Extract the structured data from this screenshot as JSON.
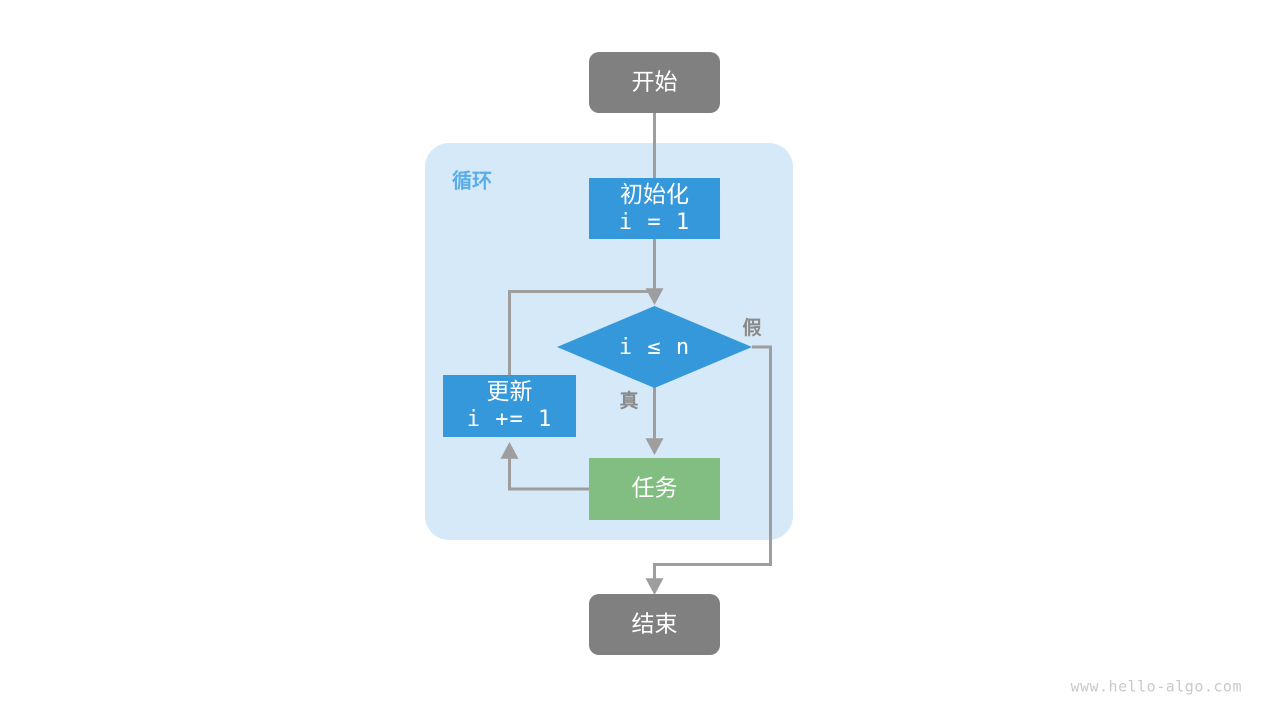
{
  "diagram": {
    "title_watermark": "www.hello-algo.com",
    "background_color": "#ffffff",
    "group": {
      "label": "循环",
      "fill": "#d6e9f8",
      "label_color": "#5aaee8"
    },
    "colors": {
      "terminal": "#808080",
      "process": "#3498db",
      "task": "#82bd82",
      "connector": "#9e9e9e",
      "text_on_node": "#ffffff",
      "edge_label": "#8a8a8a",
      "watermark": "#c9c9c9"
    },
    "nodes": {
      "start": {
        "label": "开始",
        "shape": "rounded-rect",
        "color": "#808080"
      },
      "init": {
        "label": "初始化",
        "code": "i = 1",
        "shape": "rect",
        "color": "#3498db"
      },
      "condition": {
        "label": "i ≤ n",
        "shape": "diamond",
        "color": "#3498db"
      },
      "update": {
        "label": "更新",
        "code": "i += 1",
        "shape": "rect",
        "color": "#3498db"
      },
      "task": {
        "label": "任务",
        "shape": "rect",
        "color": "#82bd82"
      },
      "end": {
        "label": "结束",
        "shape": "rounded-rect",
        "color": "#808080"
      }
    },
    "edges": {
      "true_label": "真",
      "false_label": "假"
    }
  }
}
